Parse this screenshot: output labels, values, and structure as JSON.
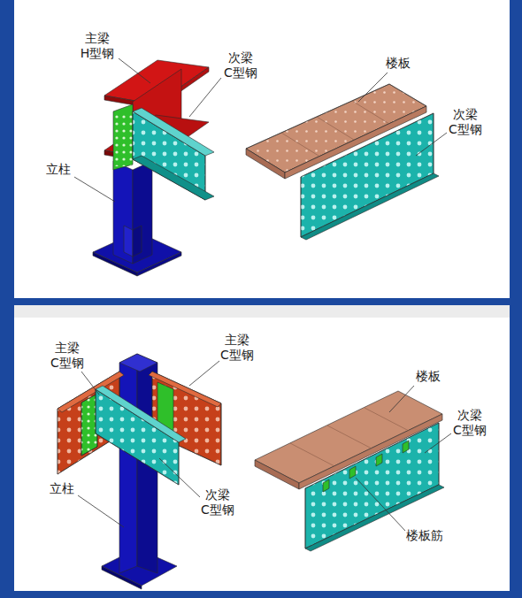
{
  "diagram": {
    "labels": [
      "主梁 H型钢",
      "次梁 C型钢",
      "立柱",
      "楼板",
      "次梁 C型钢",
      "主梁 C型钢",
      "主梁 C型钢",
      "立柱",
      "次梁 C型钢",
      "楼板",
      "次梁 C型钢",
      "楼板筋"
    ]
  }
}
